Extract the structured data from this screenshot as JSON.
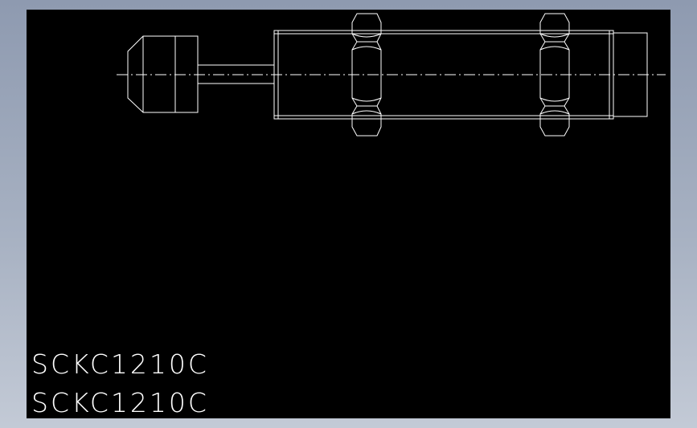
{
  "colors": {
    "background_gradient_top": "#8e9ab0",
    "background_gradient_bottom": "#c3cad6",
    "canvas": "#000000",
    "linework": "#ffffff"
  },
  "drawing": {
    "part_view": "shock-absorber-side-view",
    "labels": [
      "SCKC1210C",
      "SCKC1210C"
    ]
  }
}
